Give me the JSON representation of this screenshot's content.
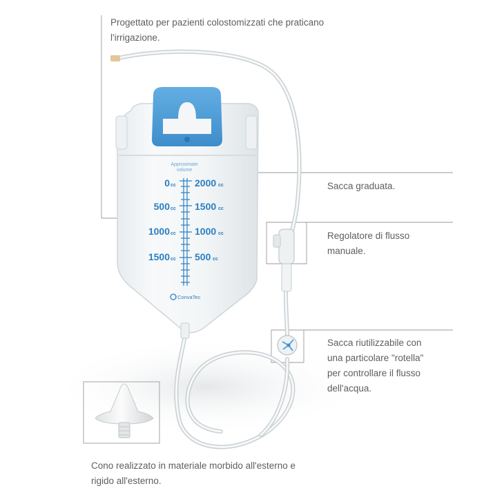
{
  "captions": {
    "top": [
      "Progettato per pazienti colostomizzati che praticano",
      "l'irrigazione."
    ],
    "bag": [
      "Sacca graduata."
    ],
    "regulator": [
      "Regolatore di flusso",
      "manuale."
    ],
    "wheel": [
      "Sacca riutilizzabile con",
      "una particolare \"rotella\"",
      "per controllare il flusso",
      "dell'acqua."
    ],
    "cone": [
      "Cono realizzato in materiale morbido all'esterno e",
      "rigido all'esterno."
    ]
  },
  "bag": {
    "header_text": [
      "Approximate",
      "volume"
    ],
    "left_scale": [
      {
        "value": "0",
        "unit": "cc"
      },
      {
        "value": "500",
        "unit": "cc"
      },
      {
        "value": "1000",
        "unit": "cc"
      },
      {
        "value": "1500",
        "unit": "cc"
      }
    ],
    "right_scale": [
      {
        "value": "2000",
        "unit": "cc"
      },
      {
        "value": "1500",
        "unit": "cc"
      },
      {
        "value": "1000",
        "unit": "cc"
      },
      {
        "value": "500",
        "unit": "cc"
      }
    ],
    "brand": "ConvaTec"
  },
  "colors": {
    "scale_blue": "#2a7fc2",
    "hanger_blue": "#4a9ad6",
    "leader_line": "#9a9a9a",
    "caption_text": "#5e5e5e"
  }
}
